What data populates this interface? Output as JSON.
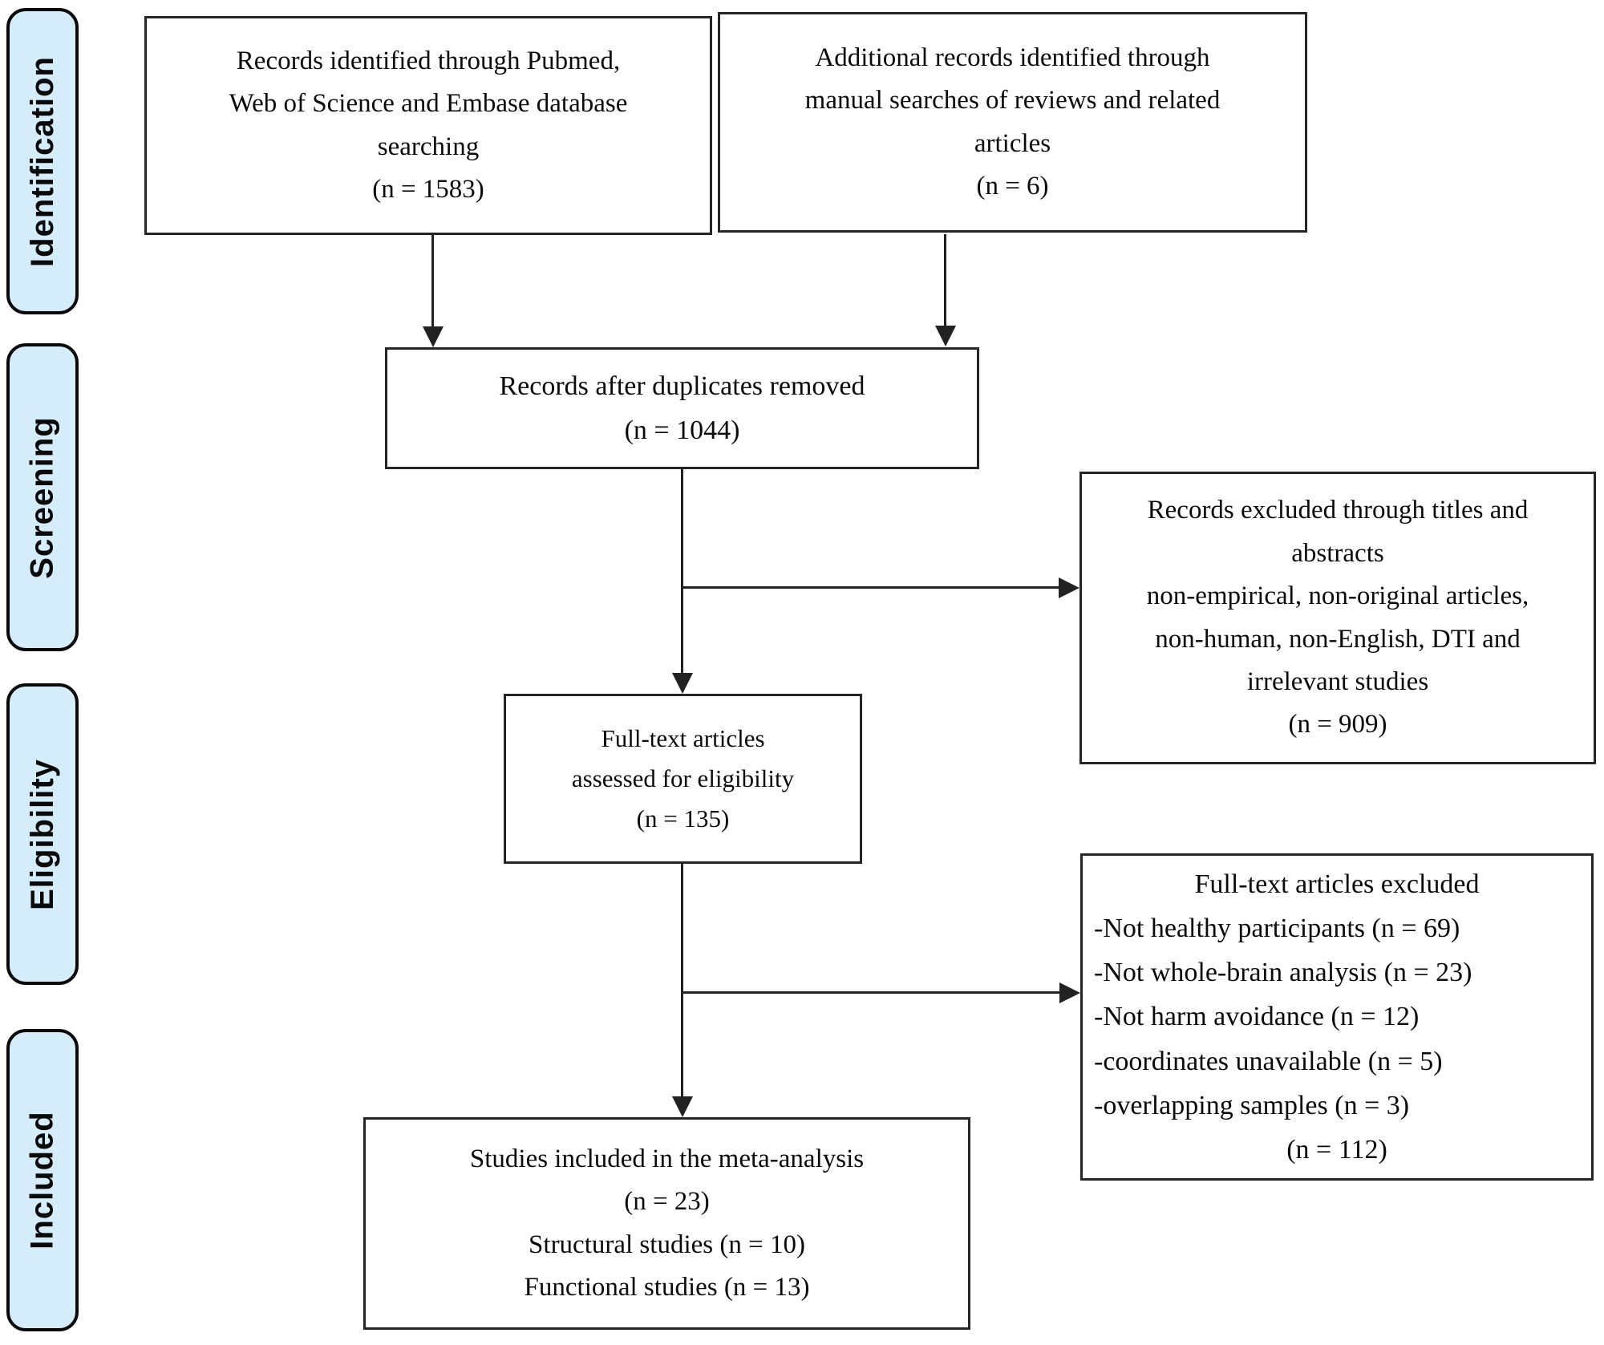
{
  "colors": {
    "stage_fill": "#d5edfa",
    "stage_border": "#0a0a0a",
    "box_border": "#262626",
    "connector": "#222222",
    "text": "#0a0a0a",
    "background": "#ffffff"
  },
  "stages": {
    "identification": "Identification",
    "screening": "Screening",
    "eligibility": "Eligibility",
    "included": "Included"
  },
  "boxes": {
    "records_identified": {
      "lines": [
        "Records identified through Pubmed,",
        "Web of Science and Embase database",
        "searching",
        "(n = 1583)"
      ]
    },
    "additional_records": {
      "lines": [
        "Additional records identified through",
        "manual searches of reviews and related",
        "articles",
        "(n = 6)"
      ]
    },
    "duplicates_removed": {
      "lines": [
        "Records after duplicates removed",
        "(n = 1044)"
      ]
    },
    "records_excluded": {
      "lines": [
        "Records excluded through titles and",
        "abstracts",
        "non-empirical, non-original articles,",
        "non-human, non-English, DTI and",
        "irrelevant studies",
        "(n = 909)"
      ]
    },
    "fulltext_assessed": {
      "lines": [
        "Full-text articles",
        "assessed for eligibility",
        "(n = 135)"
      ]
    },
    "fulltext_excluded": {
      "title": "Full-text articles excluded",
      "items": [
        "-Not healthy participants (n = 69)",
        "-Not whole-brain analysis (n = 23)",
        "-Not harm avoidance (n = 12)",
        "-coordinates unavailable (n = 5)",
        "-overlapping samples (n = 3)"
      ],
      "total": "(n = 112)"
    },
    "studies_included": {
      "lines": [
        "Studies included in the meta-analysis",
        "(n = 23)",
        "Structural studies (n = 10)",
        "Functional studies (n = 13)"
      ]
    }
  }
}
